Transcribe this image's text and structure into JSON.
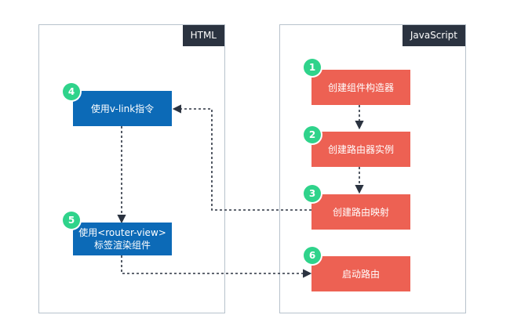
{
  "panels": {
    "html": {
      "label": "HTML"
    },
    "js": {
      "label": "JavaScript"
    }
  },
  "steps": {
    "s1": {
      "number": "1",
      "label": "创建组件构造器"
    },
    "s2": {
      "number": "2",
      "label": "创建路由器实例"
    },
    "s3": {
      "number": "3",
      "label": "创建路由映射"
    },
    "s4": {
      "number": "4",
      "label": "使用v-link指令"
    },
    "s5": {
      "number": "5",
      "label": "使用<router-view>\n标签渲染组件"
    },
    "s6": {
      "number": "6",
      "label": "启动路由"
    }
  },
  "colors": {
    "html_box": "#0c6ab7",
    "js_box": "#ed6153",
    "badge": "#2fd38b",
    "connector": "#2b3340"
  }
}
